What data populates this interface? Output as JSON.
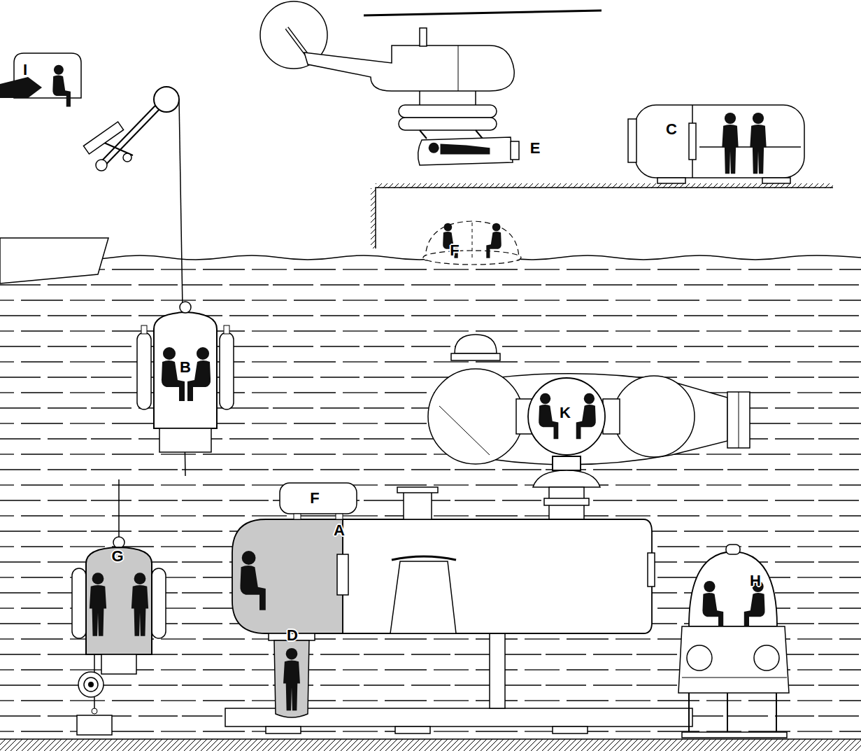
{
  "diagram": {
    "labels": [
      "I",
      "E",
      "C",
      "F",
      "B",
      "K",
      "F",
      "A",
      "G",
      "D",
      "H"
    ]
  }
}
